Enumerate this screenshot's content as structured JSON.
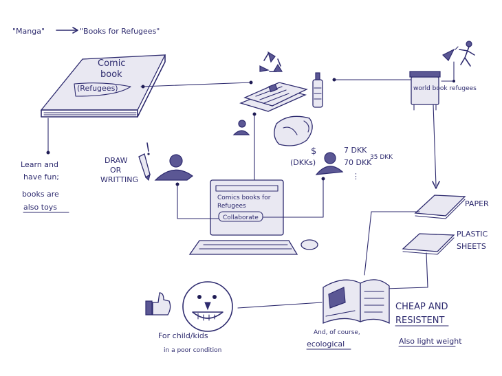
{
  "header": {
    "from_label": "\"Manga\"",
    "to_label": "\"Books for Refugees\""
  },
  "book": {
    "line1": "Comic",
    "line2": "book",
    "line3": "(Refugees)"
  },
  "learn_note": {
    "line1": "Learn and",
    "line2": "have fun;",
    "line3": "books are",
    "line4": "also toys"
  },
  "draw_note": {
    "line1": "DRAW",
    "line2": "OR",
    "line3": "WRITTING"
  },
  "money": {
    "symbol": "$",
    "currency": "(DKKs)",
    "price1": "7 DKK",
    "price2": "70 DKK",
    "price3": "35 DKK",
    "more": "⋮"
  },
  "computer": {
    "screen_line1": "Comics books for",
    "screen_line2": "Refugees",
    "screen_button": "Collaborate"
  },
  "bin_label": "world book refugees",
  "materials": {
    "paper": "PAPER",
    "plastic_line1": "PLASTIC",
    "plastic_line2": "SHEETS"
  },
  "qualities": {
    "line1": "CHEAP AND",
    "line2": "RESISTENT",
    "line3": "Also light weight"
  },
  "eco_note": {
    "line1": "And, of course,",
    "line2": "ecological"
  },
  "kids_note": {
    "line1": "For child/kids",
    "line2": "in a poor condition"
  }
}
